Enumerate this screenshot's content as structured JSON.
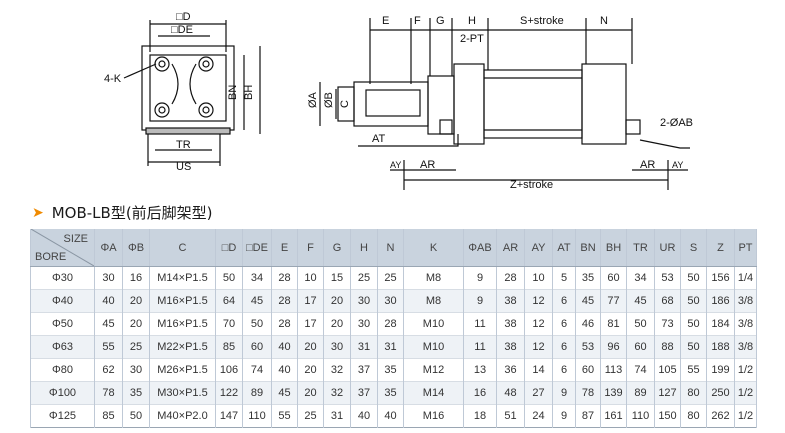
{
  "drawing": {
    "front_labels": {
      "d": "□D",
      "de": "□DE",
      "k": "4-K",
      "bn": "BN",
      "bh": "BH",
      "tr": "TR",
      "us": "US"
    },
    "side_labels": {
      "e": "E",
      "f": "F",
      "g": "G",
      "h": "H",
      "s_stroke": "S+stroke",
      "n": "N",
      "pt": "2-PT",
      "a": "ØA",
      "b": "ØB",
      "c": "C",
      "at": "AT",
      "ab": "2-ØAB",
      "ay_left": "AY",
      "ar_left": "AR",
      "ar_right": "AR",
      "ay_right": "AY",
      "z_stroke": "Z+stroke"
    }
  },
  "section": {
    "arrow": "➤",
    "title": "MOB-LB型(前后脚架型)"
  },
  "table": {
    "corner": {
      "top": "SIZE",
      "bottom": "BORE"
    },
    "headers": [
      "ΦA",
      "ΦB",
      "C",
      "□D",
      "□DE",
      "E",
      "F",
      "G",
      "H",
      "N",
      "K",
      "ΦAB",
      "AR",
      "AY",
      "AT",
      "BN",
      "BH",
      "TR",
      "UR",
      "S",
      "Z",
      "PT"
    ],
    "rows": [
      {
        "bore": "Φ30",
        "cells": [
          "30",
          "16",
          "M14×P1.5",
          "50",
          "34",
          "28",
          "10",
          "15",
          "25",
          "25",
          "M8",
          "9",
          "28",
          "10",
          "5",
          "35",
          "60",
          "34",
          "53",
          "50",
          "156",
          "1/4"
        ]
      },
      {
        "bore": "Φ40",
        "cells": [
          "40",
          "20",
          "M16×P1.5",
          "64",
          "45",
          "28",
          "17",
          "20",
          "30",
          "30",
          "M8",
          "9",
          "38",
          "12",
          "6",
          "45",
          "77",
          "45",
          "68",
          "50",
          "186",
          "3/8"
        ]
      },
      {
        "bore": "Φ50",
        "cells": [
          "45",
          "20",
          "M16×P1.5",
          "70",
          "50",
          "28",
          "17",
          "20",
          "30",
          "28",
          "M10",
          "11",
          "38",
          "12",
          "6",
          "46",
          "81",
          "50",
          "73",
          "50",
          "184",
          "3/8"
        ]
      },
      {
        "bore": "Φ63",
        "cells": [
          "55",
          "25",
          "M22×P1.5",
          "85",
          "60",
          "40",
          "20",
          "30",
          "31",
          "31",
          "M10",
          "11",
          "38",
          "12",
          "6",
          "53",
          "96",
          "60",
          "88",
          "50",
          "188",
          "3/8"
        ]
      },
      {
        "bore": "Φ80",
        "cells": [
          "62",
          "30",
          "M26×P1.5",
          "106",
          "74",
          "40",
          "20",
          "32",
          "37",
          "35",
          "M12",
          "13",
          "36",
          "14",
          "6",
          "60",
          "113",
          "74",
          "105",
          "55",
          "199",
          "1/2"
        ]
      },
      {
        "bore": "Φ100",
        "cells": [
          "78",
          "35",
          "M30×P1.5",
          "122",
          "89",
          "45",
          "20",
          "32",
          "37",
          "35",
          "M14",
          "16",
          "48",
          "27",
          "9",
          "78",
          "139",
          "89",
          "127",
          "80",
          "250",
          "1/2"
        ]
      },
      {
        "bore": "Φ125",
        "cells": [
          "85",
          "50",
          "M40×P2.0",
          "147",
          "110",
          "55",
          "25",
          "31",
          "40",
          "40",
          "M16",
          "18",
          "51",
          "24",
          "9",
          "87",
          "161",
          "110",
          "150",
          "80",
          "262",
          "1/2"
        ]
      }
    ]
  }
}
